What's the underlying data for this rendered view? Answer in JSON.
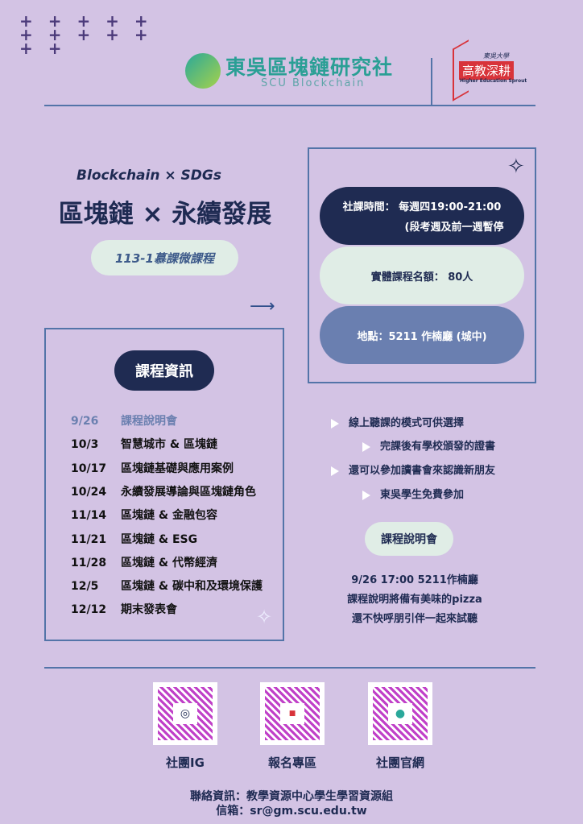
{
  "header": {
    "club_name": "東吳區塊鏈研究社",
    "club_name_en": "SCU Blockchain",
    "partner_school": "東吳大學",
    "partner_name": "高教深耕",
    "partner_en": "Higher Education Sprout"
  },
  "title": {
    "subtitle": "Blockchain × SDGs",
    "main": "區塊鏈 × 永續發展",
    "tag": "113-1慕課微課程"
  },
  "info": {
    "time_label": "社課時間： 每週四19:00-21:00",
    "time_note": "(段考週及前一週暫停",
    "quota": "實體課程名額： 80人",
    "location": "地點：5211  作楠廳 (城中)"
  },
  "schedule": {
    "heading": "課程資訊",
    "rows": [
      {
        "date": "9/26",
        "topic": "課程說明會"
      },
      {
        "date": "10/3",
        "topic": "智慧城市 & 區塊鏈"
      },
      {
        "date": "10/17",
        "topic": "區塊鏈基礎與應用案例"
      },
      {
        "date": "10/24",
        "topic": "永續發展導論與區塊鏈角色"
      },
      {
        "date": "11/14",
        "topic": "區塊鏈 & 金融包容"
      },
      {
        "date": "11/21",
        "topic": "區塊鏈 & ESG"
      },
      {
        "date": "11/28",
        "topic": "區塊鏈 & 代幣經濟"
      },
      {
        "date": "12/5",
        "topic": "區塊鏈 & 碳中和及環境保護"
      },
      {
        "date": "12/12",
        "topic": "期末發表會"
      }
    ]
  },
  "features": [
    "線上聽課的模式可供選擇",
    "完課後有學校頒發的證書",
    "還可以參加讀書會來認識新朋友",
    "東吳學生免費參加"
  ],
  "briefing": {
    "heading": "課程說明會",
    "line1": "9/26  17:00  5211作楠廳",
    "line2": "課程說明將備有美味的pizza",
    "line3": "還不快呼朋引伴一起來試聽"
  },
  "qr": [
    {
      "label": "社團IG"
    },
    {
      "label": "報名專區"
    },
    {
      "label": "社團官網"
    }
  ],
  "contact": {
    "line1": "聯絡資訊：教學資源中心學生學習資源組",
    "line2": "信箱：sr@gm.scu.edu.tw"
  },
  "colors": {
    "bg": "#d3c3e4",
    "navy": "#1f2b52",
    "mint": "#e0ede6",
    "blue": "#6a7fb0",
    "line": "#5374a8"
  }
}
